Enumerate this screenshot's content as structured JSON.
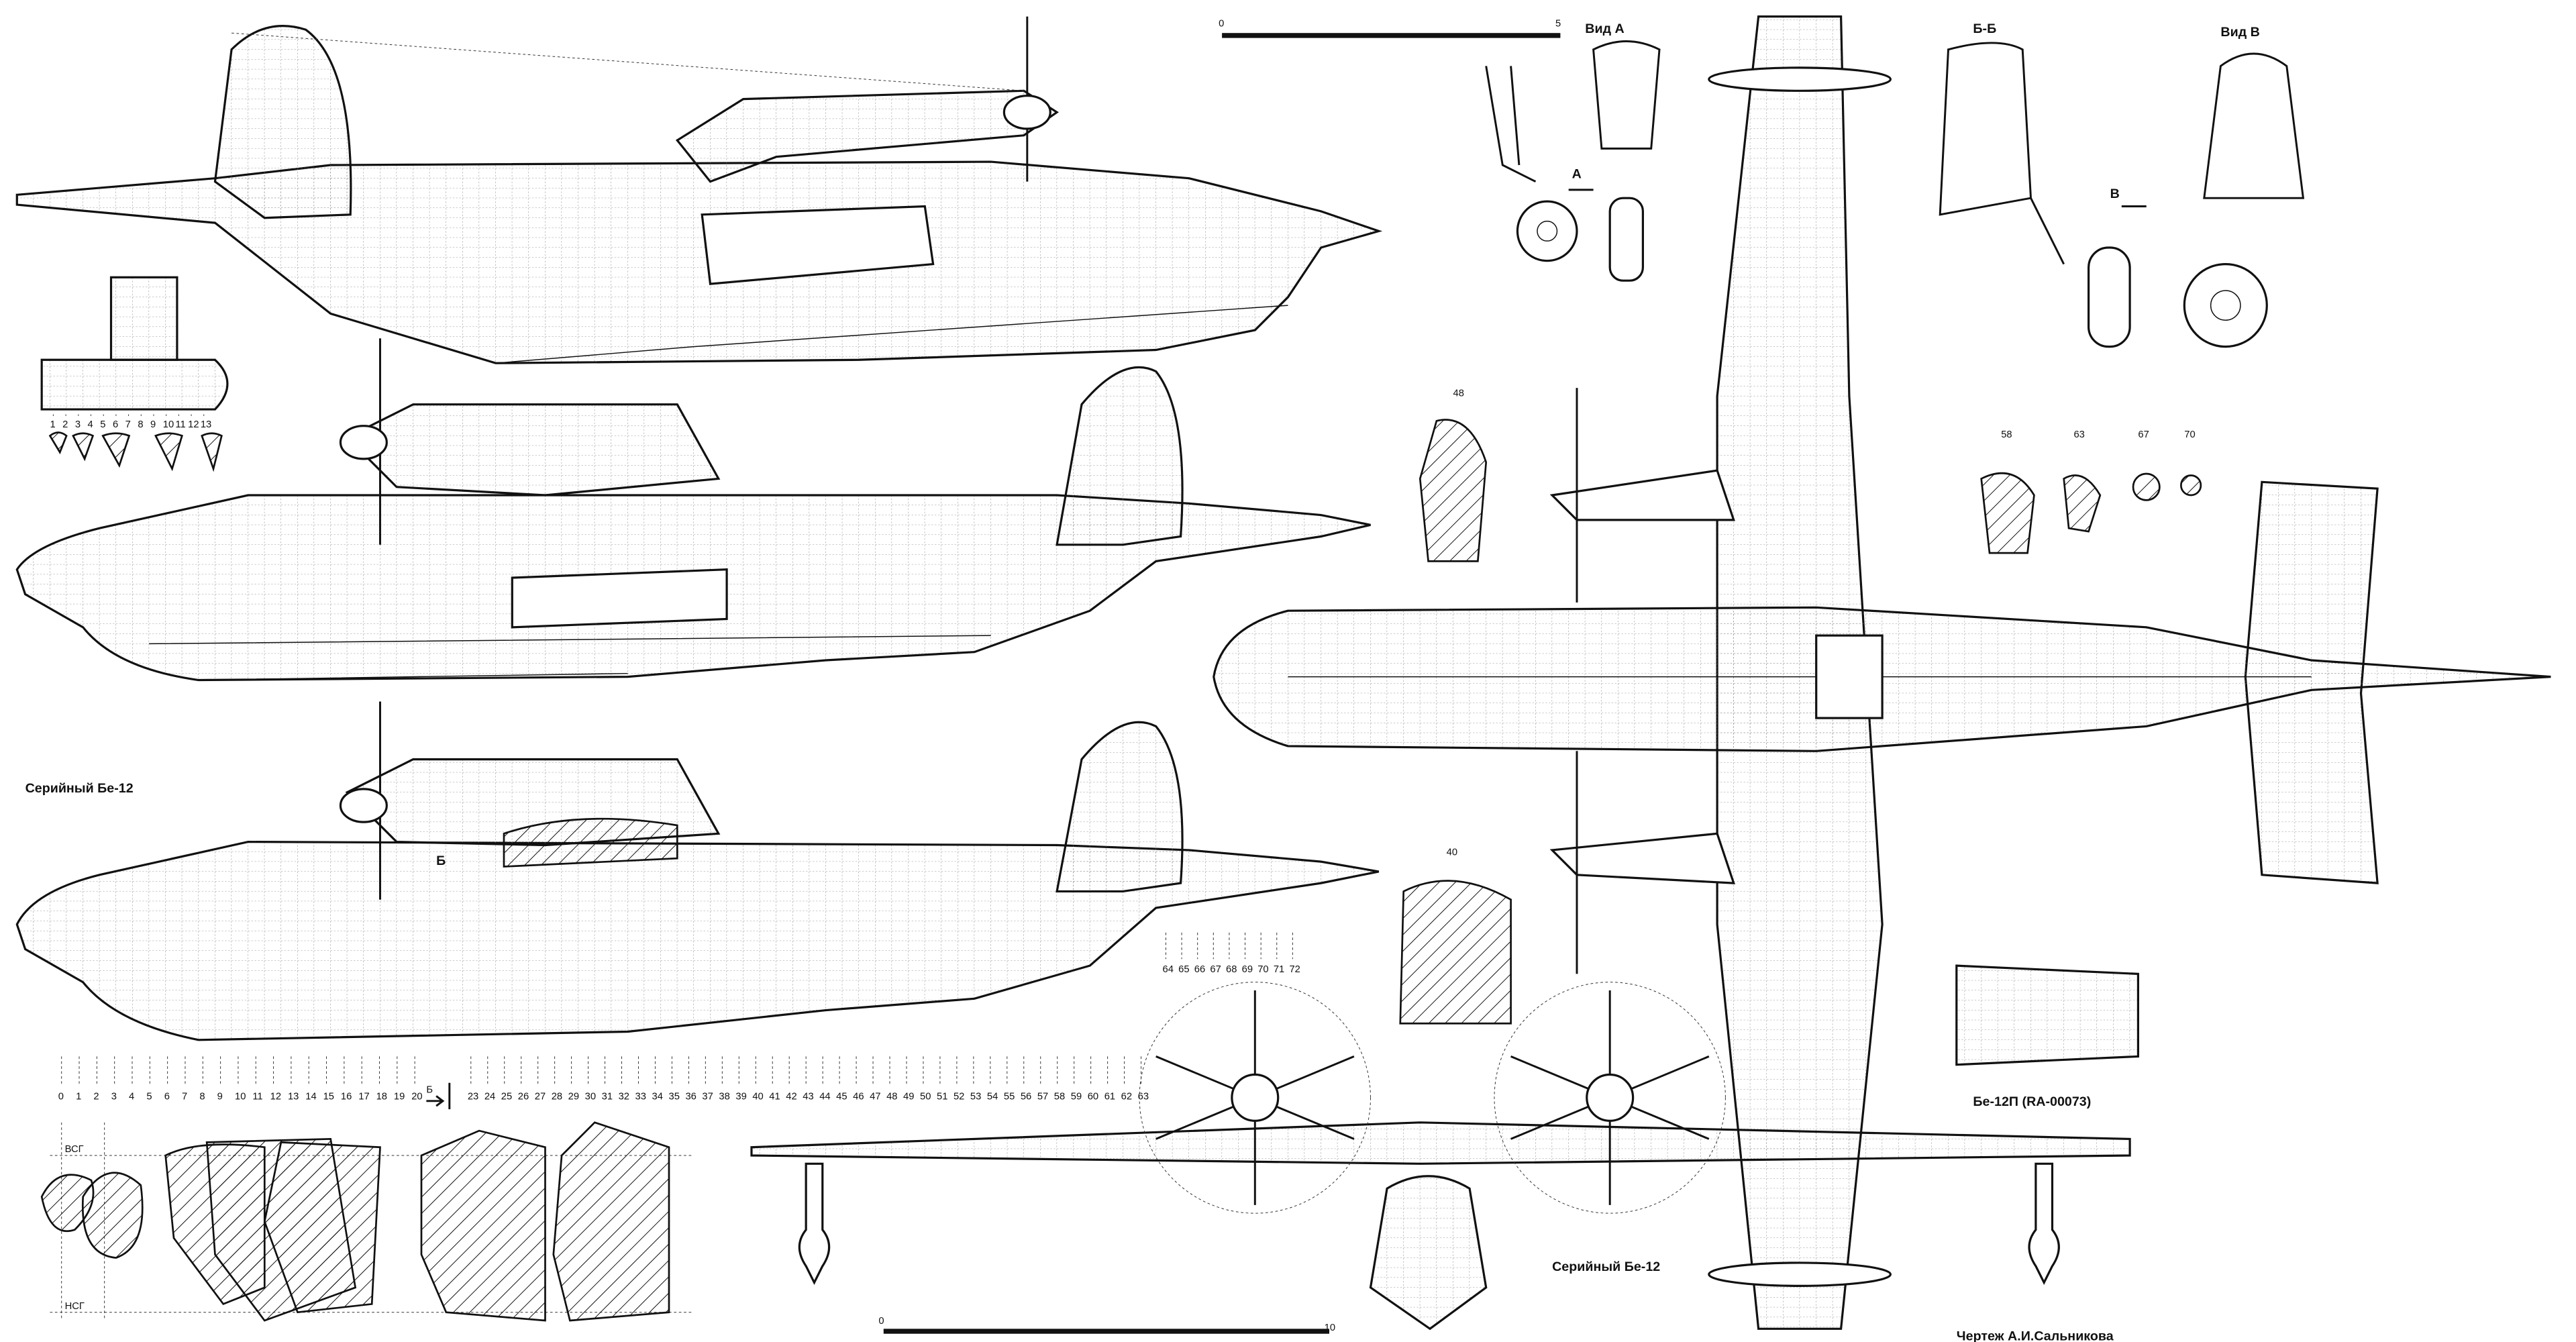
{
  "labels": {
    "serial_side": "Серийный Бе-12",
    "serial_front": "Серийный Бе-12",
    "be12p": "Бе-12П (RA-00073)",
    "author": "Чертеж А.И.Сальникова",
    "view_a": "Вид А",
    "section_bb": "Б-Б",
    "view_v": "Вид В",
    "arrow_a": "А",
    "arrow_v": "В",
    "section_mark_b": "Б",
    "station_mark_b": "Б",
    "vsg": "ВСГ",
    "nsg": "НСГ"
  },
  "scale_top": {
    "start": "0",
    "end": "5"
  },
  "scale_bottom": {
    "start": "0",
    "end": "10"
  },
  "stations_a": [
    "0",
    "1",
    "2",
    "3",
    "4",
    "5",
    "6",
    "7",
    "8",
    "9",
    "10",
    "11",
    "12",
    "13",
    "14",
    "15",
    "16",
    "17",
    "18",
    "19",
    "20"
  ],
  "stations_b": [
    "23",
    "24",
    "25",
    "26",
    "27",
    "28",
    "29",
    "30",
    "31",
    "32",
    "33",
    "34",
    "35",
    "36",
    "37",
    "38",
    "39",
    "40",
    "41",
    "42",
    "43",
    "44",
    "45",
    "46",
    "47",
    "48",
    "49",
    "50",
    "51",
    "52",
    "53",
    "54",
    "55",
    "56",
    "57",
    "58",
    "59",
    "60",
    "61",
    "62",
    "63"
  ],
  "stations_tail": [
    "64",
    "65",
    "66",
    "67",
    "68",
    "69",
    "70",
    "71",
    "72"
  ],
  "float_sections": [
    "1",
    "2",
    "3",
    "4",
    "5",
    "6",
    "7",
    "8",
    "9",
    "10",
    "11",
    "12",
    "13"
  ],
  "section_numbers": {
    "s48": "48",
    "s40": "40",
    "s58": "58",
    "s63": "63",
    "s67": "67",
    "s70": "70"
  }
}
